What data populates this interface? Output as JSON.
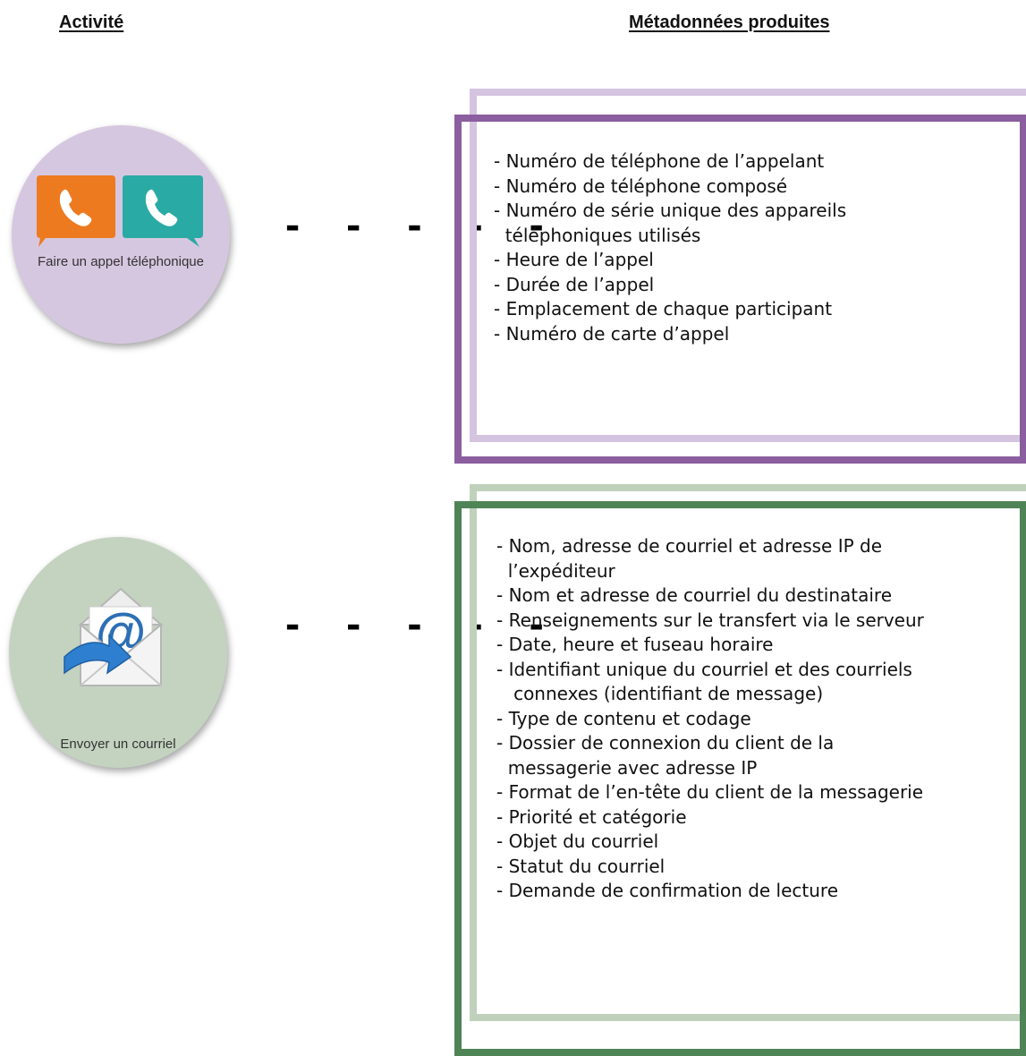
{
  "headers": {
    "activity": "Activité",
    "metadata": "Métadonnées produites"
  },
  "activities": [
    {
      "label": "Faire un appel téléphonique",
      "items": [
        "- Numéro de téléphone de l’appelant",
        "- Numéro de téléphone composé",
        "- Numéro de série unique des appareils",
        "  téléphoniques utilisés",
        "- Heure de l’appel",
        "- Durée de l’appel",
        "- Emplacement de chaque participant",
        "- Numéro de carte d’appel"
      ]
    },
    {
      "label": "Envoyer un courriel",
      "items": [
        "- Nom, adresse de courriel et adresse IP de",
        "  l’expéditeur",
        "- Nom et adresse de courriel du destinataire",
        "- Renseignements sur le transfert via le serveur",
        "- Date, heure et fuseau horaire",
        "- Identifiant unique du courriel et des courriels",
        "   connexes (identifiant de message)",
        "- Type de contenu et codage",
        "- Dossier de connexion du client de la",
        "  messagerie avec adresse IP",
        "- Format de l’en-tête du client de la messagerie",
        "- Priorité et catégorie",
        "- Objet du courriel",
        "- Statut du courriel",
        "- Demande de confirmation de lecture"
      ]
    }
  ],
  "connector": "- - - - -",
  "colors": {
    "call_frame": "#8b5e9f",
    "call_frame_light": "#d4c4e0",
    "call_circle": "#d6c7e0",
    "mail_frame": "#4f8457",
    "mail_frame_light": "#bfd1bb",
    "mail_circle": "#c4d3c0",
    "phone_bubble_orange": "#ee7a1f",
    "phone_bubble_teal": "#2aaaa5",
    "at_sign_blue": "#2d6fb5"
  },
  "icons": {
    "call": "phone-chat-bubbles-icon",
    "mail": "envelope-at-sign-icon"
  }
}
